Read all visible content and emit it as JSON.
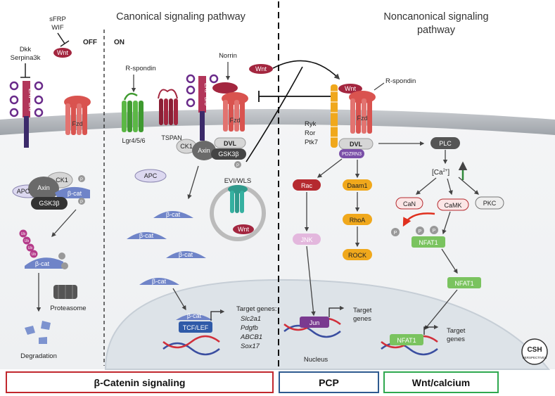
{
  "headings": {
    "canonical": "Canonical signaling pathway",
    "noncanonical": "Noncanonical signaling pathway"
  },
  "states": {
    "off": "OFF",
    "on": "ON"
  },
  "inhibitors": {
    "dkk": "Dkk",
    "serpina": "Serpina3k",
    "sfrp": "sFRP",
    "wif": "WIF"
  },
  "proteins": {
    "wnt": "Wnt",
    "lrp": "LRP 5/6",
    "fzd": "Fzd",
    "rspondin": "R-spondin",
    "lgr": "Lgr4/5/6",
    "tspan": "TSPAN",
    "norrin": "Norrin",
    "ck1": "CK1",
    "axin": "Axin",
    "dvl": "DVL",
    "gsk": "GSK3β",
    "apc": "APC",
    "bcat": "β-cat",
    "p": "P",
    "ub": "Ub",
    "proteasome": "Proteasome",
    "degradation": "Degradation",
    "evi": "EVI/WLS",
    "tcf": "TCF/LEF",
    "target_genes": "Target genes:",
    "genes": [
      "Slc2a1",
      "Pdgfb",
      "ABCB1",
      "Sox17"
    ],
    "ryk": "Ryk",
    "ror": "Ror",
    "ptk7": "Ptk7",
    "pdzrn3": "PDZRN3",
    "rac": "Rac",
    "daam1": "Daam1",
    "jnk": "JNK",
    "rhoa": "RhoA",
    "rock": "ROCK",
    "jun": "Jun",
    "target": "Target",
    "genes_word": "genes",
    "nucleus": "Nucleus",
    "plc": "PLC",
    "ca": "[Ca",
    "ca_sup": "2+",
    "ca_end": "]",
    "can": "CaN",
    "camk": "CaMK",
    "pkc": "PKC",
    "nfat": "NFAT1"
  },
  "footer": {
    "bcat": "β-Catenin signaling",
    "pcp": "PCP",
    "wntca": "Wnt/calcium"
  },
  "logo": {
    "top": "CSH",
    "bottom": "PERSPECTIVES"
  },
  "colors": {
    "bcat_box": "#c1272d",
    "pcp_box": "#2e5a8f",
    "wntca_box": "#2fa84f"
  }
}
